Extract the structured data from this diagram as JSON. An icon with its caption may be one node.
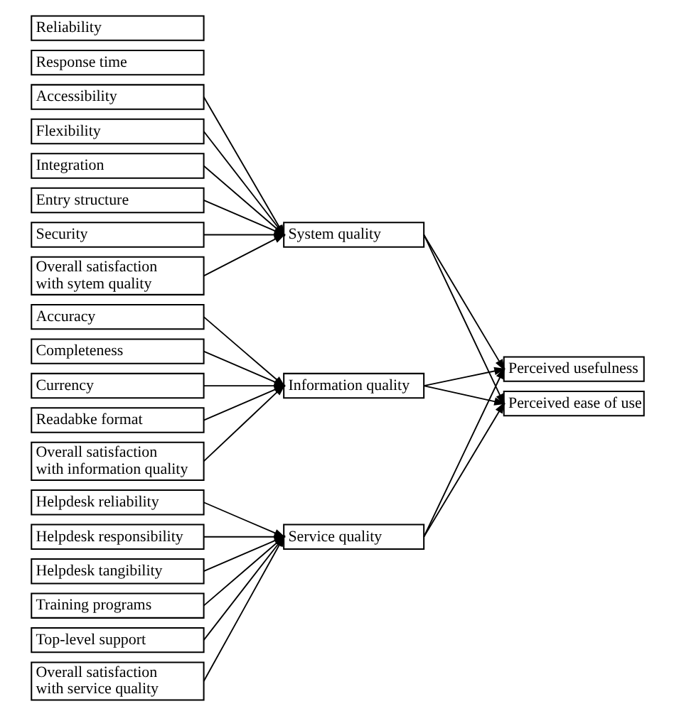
{
  "diagram": {
    "nodes": [
      {
        "text": [
          "Reliability"
        ]
      },
      {
        "text": [
          "Response time"
        ]
      },
      {
        "text": [
          "Accessibility"
        ]
      },
      {
        "text": [
          "Flexibility"
        ]
      },
      {
        "text": [
          "Integration"
        ]
      },
      {
        "text": [
          "Entry structure"
        ]
      },
      {
        "text": [
          "Security"
        ]
      },
      {
        "text": [
          "Overall satisfaction with sytem quality"
        ]
      },
      {
        "text": [
          "System quality"
        ]
      },
      {
        "text": [
          "Accuracy"
        ]
      },
      {
        "text": [
          "Completeness"
        ]
      },
      {
        "text": [
          "Currency"
        ]
      },
      {
        "text": [
          "Readabke format"
        ]
      },
      {
        "text": [
          "Overall satisfaction with information quality"
        ]
      },
      {
        "text": [
          "Information quality"
        ]
      },
      {
        "text": [
          "Helpdesk reliability"
        ]
      },
      {
        "text": [
          "Helpdesk responsibility"
        ]
      },
      {
        "text": [
          "Helpdesk tangibility"
        ]
      },
      {
        "text": [
          "Training programs"
        ]
      },
      {
        "text": [
          "Top-level support"
        ]
      },
      {
        "text": [
          "Overall satisfaction with service quality"
        ]
      },
      {
        "text": [
          "Service quality"
        ]
      },
      {
        "text": [
          "Perceived usefulness"
        ]
      },
      {
        "text": [
          "Perceived ease of use"
        ]
      }
    ],
    "edges": [
      {
        "from": 2,
        "to": 8,
        "arrow": "to"
      },
      {
        "from": 3,
        "to": 8,
        "arrow": "to"
      },
      {
        "from": 4,
        "to": 8,
        "arrow": "to"
      },
      {
        "from": 5,
        "to": 8,
        "arrow": "to"
      },
      {
        "from": 6,
        "to": 8,
        "arrow": "to"
      },
      {
        "from": 7,
        "to": 8,
        "arrow": "to"
      },
      {
        "from": 9,
        "to": 14,
        "arrow": "to"
      },
      {
        "from": 10,
        "to": 14,
        "arrow": "to"
      },
      {
        "from": 11,
        "to": 14,
        "arrow": "to"
      },
      {
        "from": 12,
        "to": 14,
        "arrow": "to"
      },
      {
        "from": 13,
        "to": 14,
        "arrow": "to"
      },
      {
        "from": 15,
        "to": 21,
        "arrow": "to"
      },
      {
        "from": 16,
        "to": 21,
        "arrow": "to"
      },
      {
        "from": 17,
        "to": 21,
        "arrow": "to"
      },
      {
        "from": 18,
        "to": 21,
        "arrow": "to"
      },
      {
        "from": 19,
        "to": 21,
        "arrow": "to"
      },
      {
        "from": 20,
        "to": 21,
        "arrow": "to"
      },
      {
        "from": 8,
        "to": 22,
        "arrow": "to"
      },
      {
        "from": 8,
        "to": 23,
        "arrow": "to"
      },
      {
        "from": 14,
        "to": 22,
        "arrow": "to"
      },
      {
        "from": 14,
        "to": 23,
        "arrow": "to"
      },
      {
        "from": 21,
        "to": 22,
        "arrow": "to"
      },
      {
        "from": 21,
        "to": 23,
        "arrow": "to"
      }
    ]
  }
}
